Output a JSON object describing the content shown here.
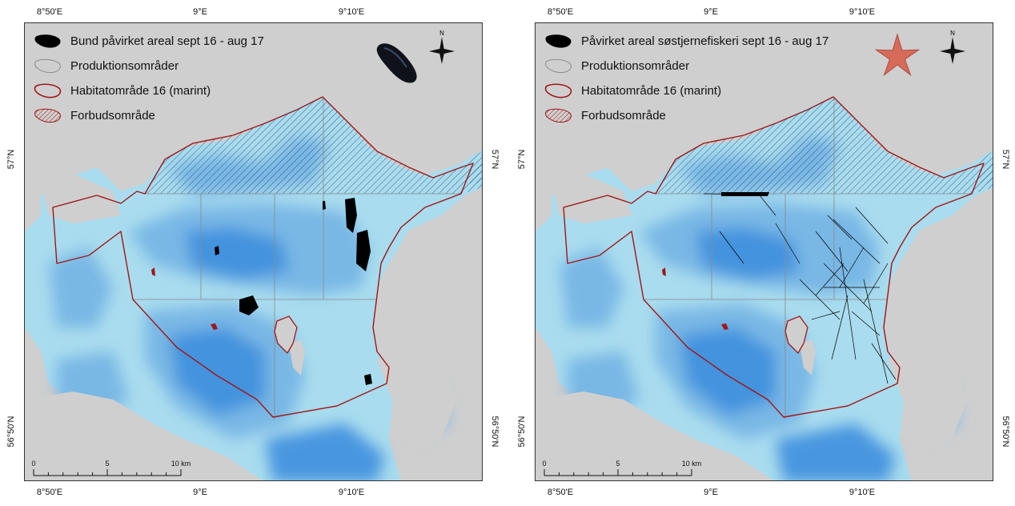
{
  "maps": [
    {
      "id": "left",
      "legend": [
        {
          "label": "Bund påvirket areal sept 16 - aug 17",
          "swatch": "black-blob"
        },
        {
          "label": "Produktionsområder",
          "swatch": "grey-outline"
        },
        {
          "label": "Habitatområde 16 (marint)",
          "swatch": "red-outline"
        },
        {
          "label": "Forbudsområde",
          "swatch": "red-hatch"
        }
      ],
      "species_icon": "mussel-icon",
      "impact_pattern": "patches"
    },
    {
      "id": "right",
      "legend": [
        {
          "label": "Påvirket areal søstjernefiskeri sept 16 - aug 17",
          "swatch": "black-blob"
        },
        {
          "label": "Produktionsområder",
          "swatch": "grey-outline"
        },
        {
          "label": "Habitatområde 16 (marint)",
          "swatch": "red-outline"
        },
        {
          "label": "Forbudsområde",
          "swatch": "red-hatch"
        }
      ],
      "species_icon": "starfish-icon",
      "impact_pattern": "tracks"
    }
  ],
  "axes": {
    "top_ticks": [
      "8°50'E",
      "9°E",
      "9°10'E"
    ],
    "bottom_ticks": [
      "8°50'E",
      "9°E",
      "9°10'E"
    ],
    "left_ticks": [
      "57°N",
      "56°50'N"
    ],
    "right_ticks": [
      "57°N",
      "56°50'N"
    ]
  },
  "scale_bar": {
    "labels": [
      "0",
      "5",
      "10 km"
    ]
  },
  "north_label": "N",
  "colors": {
    "land": "#cfcfcf",
    "shallow_water": "#a9dcee",
    "mid_water": "#74b4e4",
    "deep_water": "#3f8fde",
    "habitat_border": "#a01616",
    "production_lines": "#8a8a8a",
    "impact": "#000000"
  }
}
